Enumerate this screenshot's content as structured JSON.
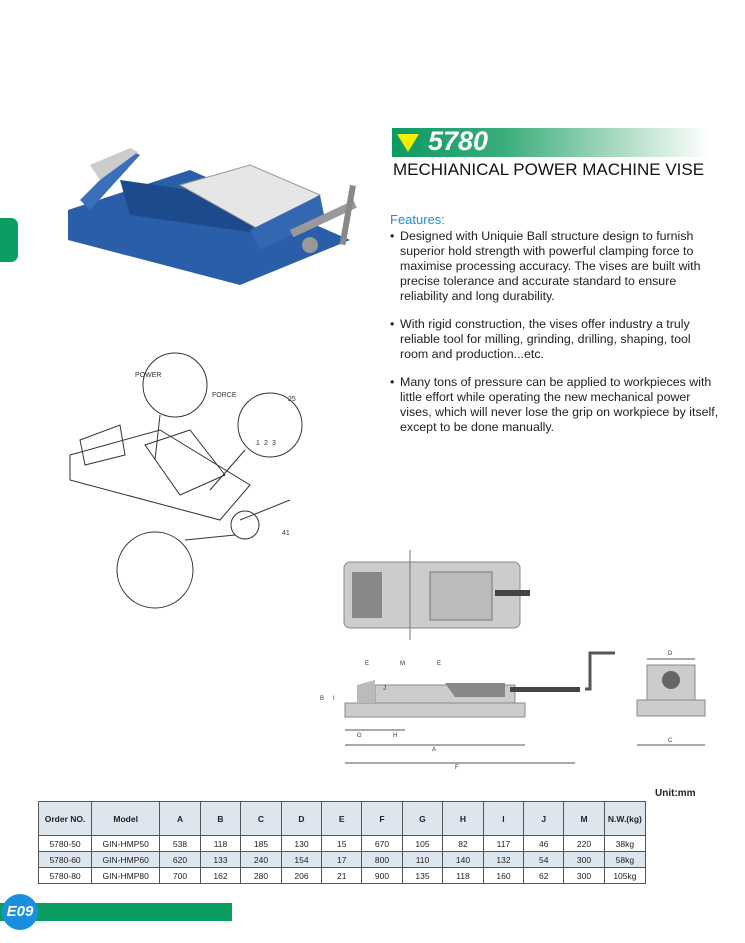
{
  "header": {
    "model_number": "5780",
    "title": "MECHIANICAL POWER MACHINE VISE"
  },
  "features": {
    "heading": "Features:",
    "items": [
      "Designed with Uniquie Ball structure design to furnish superior hold strength with powerful clamping force to maximise processing accuracy. The vises are built with precise tolerance and accurate standard to ensure reliability and long durability.",
      "With rigid construction, the vises offer industry a truly reliable tool for milling, grinding, drilling, shaping, tool room and production...etc.",
      "Many tons of pressure can be applied to workpieces with little effort while operating the new mechanical power vises, which will never lose the grip on workpiece by itself, except to be done manually."
    ]
  },
  "diagram": {
    "power": "POWER",
    "force": "FORCE",
    "n25": "25",
    "n1": "1",
    "n2": "2",
    "n3": "3",
    "n41": "41"
  },
  "dimensions": {
    "E": "E",
    "M": "M",
    "J": "J",
    "B": "B",
    "I": "I",
    "G": "G",
    "H": "H",
    "A": "A",
    "F": "F",
    "D": "D",
    "C": "C"
  },
  "table": {
    "unit": "Unit:mm",
    "headers": [
      "Order NO.",
      "Model",
      "A",
      "B",
      "C",
      "D",
      "E",
      "F",
      "G",
      "H",
      "I",
      "J",
      "M",
      "N.W.(kg)"
    ],
    "rows": [
      [
        "5780-50",
        "GIN-HMP50",
        "538",
        "118",
        "185",
        "130",
        "15",
        "670",
        "105",
        "82",
        "117",
        "46",
        "220",
        "38kg"
      ],
      [
        "5780-60",
        "GIN-HMP60",
        "620",
        "133",
        "240",
        "154",
        "17",
        "800",
        "110",
        "140",
        "132",
        "54",
        "300",
        "58kg"
      ],
      [
        "5780-80",
        "GIN-HMP80",
        "700",
        "162",
        "280",
        "206",
        "21",
        "900",
        "135",
        "118",
        "160",
        "62",
        "300",
        "105kg"
      ]
    ]
  },
  "footer": {
    "page": "E09"
  },
  "colors": {
    "green": "#0a9e63",
    "blue": "#1a8fe0",
    "yellow": "#f4ee00",
    "table_header": "#dde6ee"
  }
}
